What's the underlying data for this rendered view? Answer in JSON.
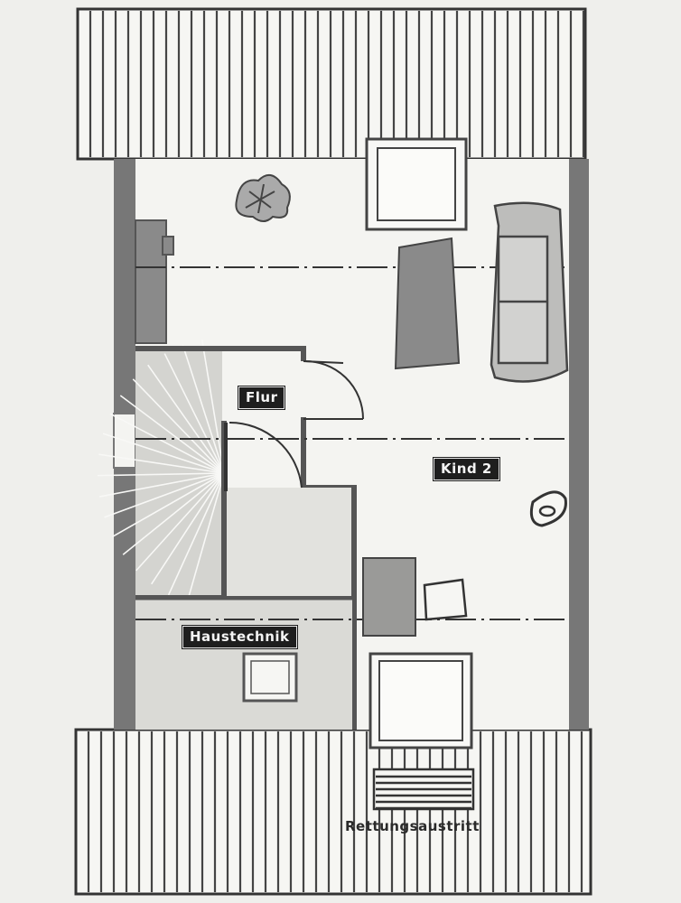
{
  "rooms": {
    "flur": "Flur",
    "kind2": "Kind 2",
    "haustechnik": "Haustechnik"
  },
  "exit_label": "Rettungsaustritt"
}
